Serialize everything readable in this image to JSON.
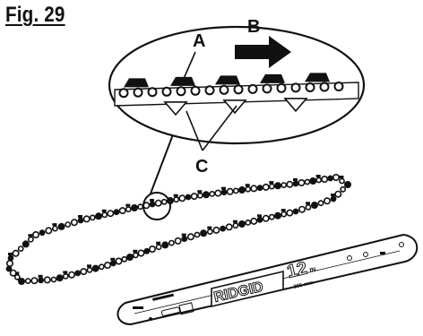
{
  "figure": {
    "title": "Fig. 29",
    "callouts": {
      "a": "A",
      "b": "B",
      "c": "C"
    }
  },
  "guide_bar": {
    "brand": "RIDGID",
    "size": "12",
    "size_unit": "IN.",
    "size_metric": "305 mm"
  },
  "colors": {
    "ink": "#111111",
    "paper": "#ffffff",
    "bar_fill": "#ffffff"
  },
  "icons": {
    "direction_arrow": "arrow-right-icon",
    "chain": "chainsaw-chain-icon",
    "magnifier_callout": "detail-ellipse-icon"
  }
}
